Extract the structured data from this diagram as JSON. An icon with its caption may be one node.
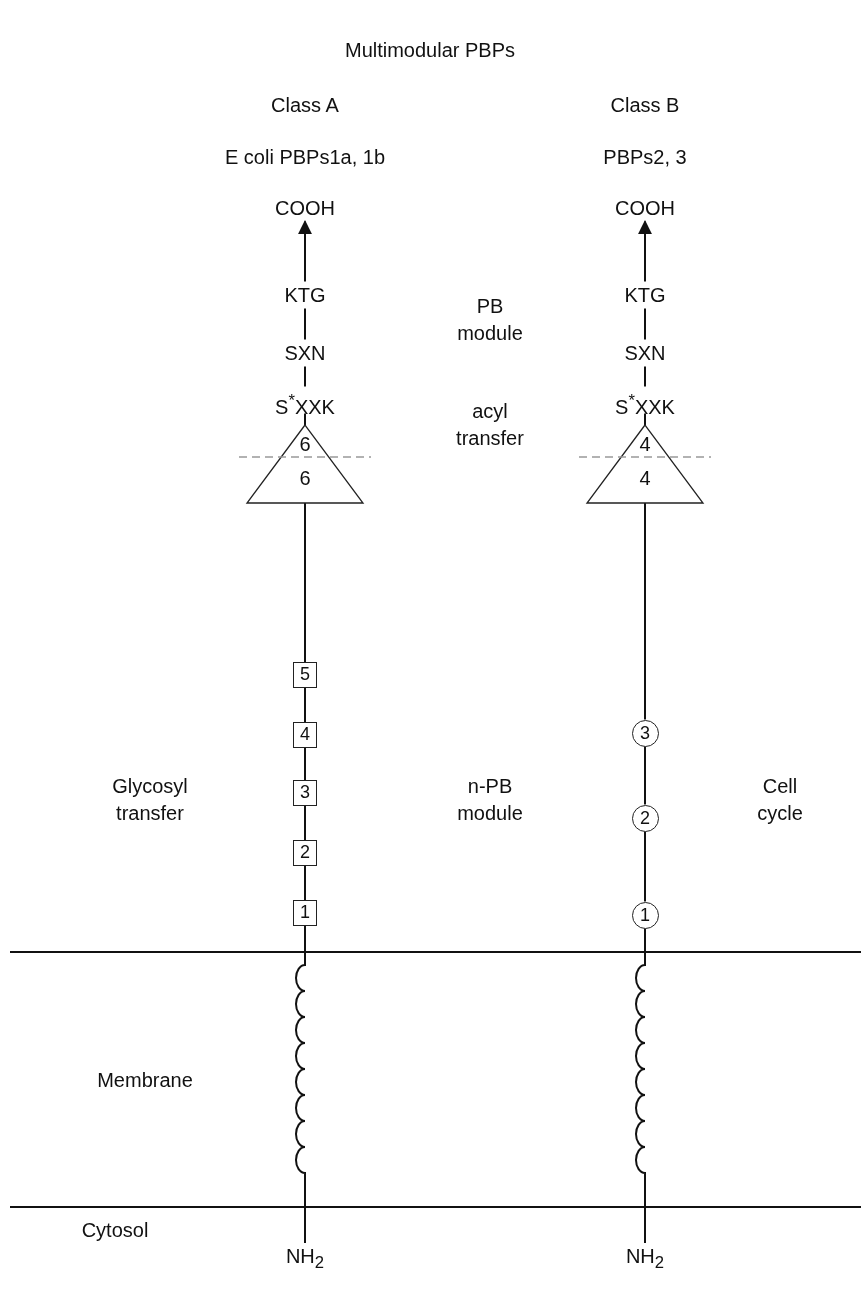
{
  "diagram": {
    "title": "Multimodular PBPs",
    "nodes": [
      {
        "text": [
          "COOH"
        ]
      },
      {
        "text": [
          "KTG"
        ]
      },
      {
        "text": [
          "SXN"
        ]
      },
      {
        "text": [
          "S$^{*}$XXK"
        ]
      },
      {
        "text": [
          "6",
          "6"
        ]
      },
      {
        "text": [
          "5"
        ]
      },
      {
        "text": [
          "4"
        ]
      },
      {
        "text": [
          "3"
        ]
      },
      {
        "text": [
          "2"
        ]
      },
      {
        "text": [
          "1"
        ]
      },
      {
        "text": [],
        "shape": "coil"
      },
      {
        "text": [
          "NH$_{2}$"
        ]
      },
      {
        "text": [
          "COOH"
        ]
      },
      {
        "text": [
          "KTG"
        ]
      },
      {
        "text": [
          "SXN"
        ]
      },
      {
        "text": [
          "S$^{*}$XXK"
        ]
      },
      {
        "text": [
          "4",
          "4"
        ]
      },
      {
        "text": [
          "3"
        ]
      },
      {
        "text": [
          "2"
        ]
      },
      {
        "text": [
          "1"
        ]
      },
      {
        "text": [],
        "shape": "coil"
      },
      {
        "text": [
          "NH$_{2}$"
        ]
      }
    ],
    "edges": [
      {
        "from": 1,
        "to": 0,
        "arrow": "to"
      },
      {
        "from": 2,
        "to": 1,
        "arrow": "none"
      },
      {
        "from": 3,
        "to": 2,
        "arrow": "none"
      },
      {
        "from": 4,
        "to": 3,
        "arrow": "none"
      },
      {
        "from": 5,
        "to": 4,
        "arrow": "none"
      },
      {
        "from": 6,
        "to": 5,
        "arrow": "none"
      },
      {
        "from": 7,
        "to": 6,
        "arrow": "none"
      },
      {
        "from": 8,
        "to": 7,
        "arrow": "none"
      },
      {
        "from": 9,
        "to": 8,
        "arrow": "none"
      },
      {
        "from": 10,
        "to": 9,
        "arrow": "none"
      },
      {
        "from": 11,
        "to": 10,
        "arrow": "none"
      },
      {
        "from": 13,
        "to": 12,
        "arrow": "to"
      },
      {
        "from": 14,
        "to": 13,
        "arrow": "none"
      },
      {
        "from": 15,
        "to": 14,
        "arrow": "none"
      },
      {
        "from": 16,
        "to": 15,
        "arrow": "none"
      },
      {
        "from": 17,
        "to": 16,
        "arrow": "none"
      },
      {
        "from": 18,
        "to": 17,
        "arrow": "none"
      },
      {
        "from": 19,
        "to": 18,
        "arrow": "none"
      },
      {
        "from": 20,
        "to": 19,
        "arrow": "none"
      },
      {
        "from": 21,
        "to": 20,
        "arrow": "none"
      }
    ],
    "labels": [
      "Class A",
      "Class B",
      "E coli PBPs1a, 1b",
      "PBPs2, 3",
      "PB module",
      "acyl transfer",
      "Glycosyl transfer",
      "n-PB module",
      "Cell cycle",
      "Membrane",
      "Cytosol"
    ]
  }
}
